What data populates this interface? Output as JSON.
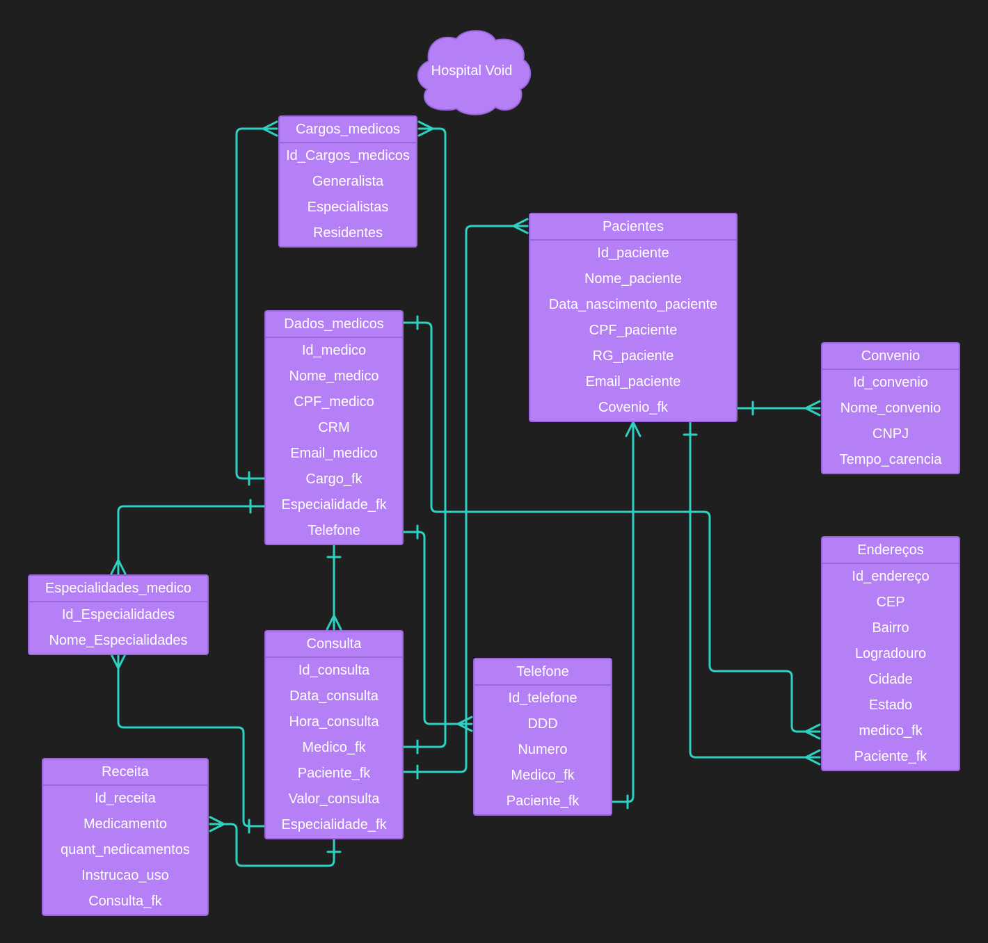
{
  "title": "Hospital Void",
  "colors": {
    "background": "#1f1f1f",
    "entity_fill": "#b57ff6",
    "entity_border": "#9a66dc",
    "connector": "#2ed1c1",
    "text": "#ffffff"
  },
  "entities": {
    "cargos_medicos": {
      "title": "Cargos_medicos",
      "fields": [
        "Id_Cargos_medicos",
        "Generalista",
        "Especialistas",
        "Residentes"
      ]
    },
    "pacientes": {
      "title": "Pacientes",
      "fields": [
        "Id_paciente",
        "Nome_paciente",
        "Data_nascimento_paciente",
        "CPF_paciente",
        "RG_paciente",
        "Email_paciente",
        "Covenio_fk"
      ]
    },
    "dados_medicos": {
      "title": "Dados_medicos",
      "fields": [
        "Id_medico",
        "Nome_medico",
        "CPF_medico",
        "CRM",
        "Email_medico",
        "Cargo_fk",
        "Especialidade_fk",
        "Telefone"
      ]
    },
    "convenio": {
      "title": "Convenio",
      "fields": [
        "Id_convenio",
        "Nome_convenio",
        "CNPJ",
        "Tempo_carencia"
      ]
    },
    "enderecos": {
      "title": "Endereços",
      "fields": [
        "Id_endereço",
        "CEP",
        "Bairro",
        "Logradouro",
        "Cidade",
        "Estado",
        "medico_fk",
        "Paciente_fk"
      ]
    },
    "especialidades_medico": {
      "title": "Especialidades_medico",
      "fields": [
        "Id_Especialidades",
        "Nome_Especialidades"
      ]
    },
    "consulta": {
      "title": "Consulta",
      "fields": [
        "Id_consulta",
        "Data_consulta",
        "Hora_consulta",
        "Medico_fk",
        "Paciente_fk",
        "Valor_consulta",
        "Especialidade_fk"
      ]
    },
    "telefone": {
      "title": "Telefone",
      "fields": [
        "Id_telefone",
        "DDD",
        "Numero",
        "Medico_fk",
        "Paciente_fk"
      ]
    },
    "receita": {
      "title": "Receita",
      "fields": [
        "Id_receita",
        "Medicamento",
        "quant_nedicamentos",
        "Instrucao_uso",
        "Consulta_fk"
      ]
    }
  }
}
